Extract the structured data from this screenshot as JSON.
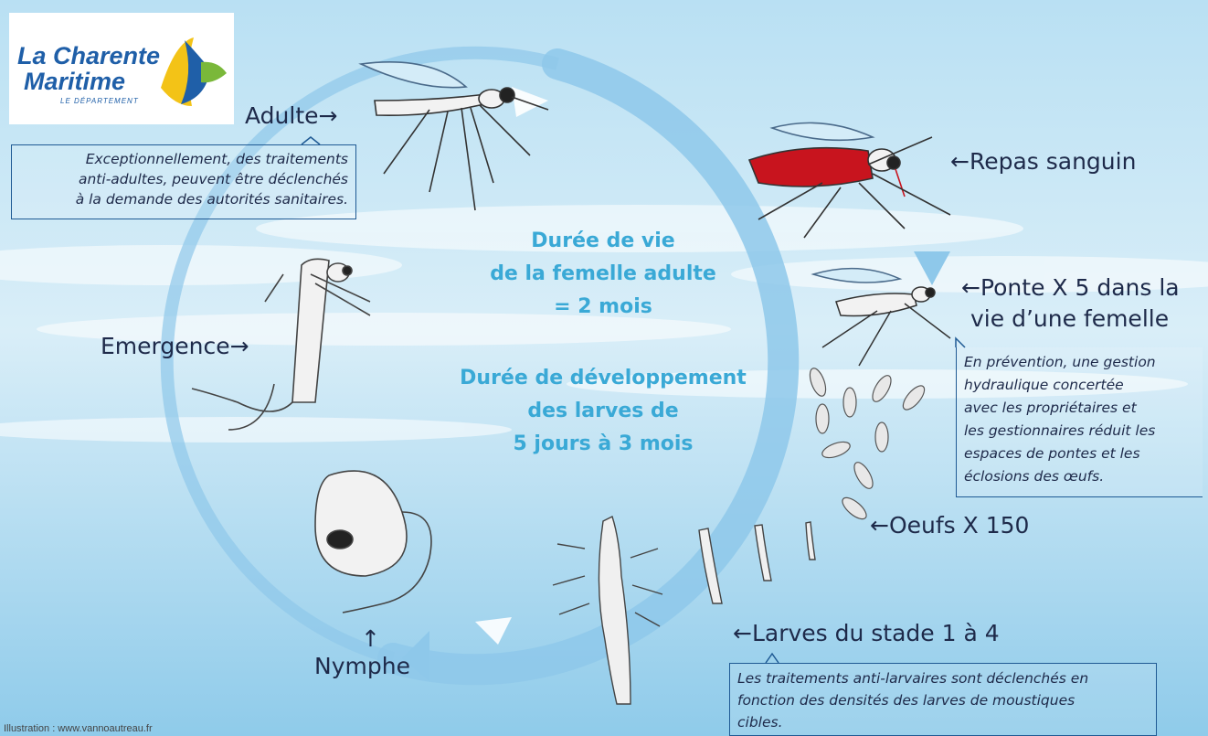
{
  "logo": {
    "line1": "La Charente",
    "line2": "Maritime",
    "sub": "LE DÉPARTEMENT"
  },
  "stages": {
    "adult": "Adulte→",
    "blood_meal": "←Repas sanguin",
    "laying_line1": "←Ponte X 5 dans la",
    "laying_line2": "vie d’une femelle",
    "eggs": "←Oeufs X 150",
    "larvae": "←Larves du stade 1 à 4",
    "pupa_arrow": "↑",
    "pupa": "Nymphe",
    "emergence": "Emergence→"
  },
  "center": {
    "lifespan_line1": "Durée de vie",
    "lifespan_line2": "de la femelle adulte",
    "lifespan_line3": "= 2 mois",
    "dev_line1": "Durée de développement",
    "dev_line2": "des larves de",
    "dev_line3": "5 jours à 3 mois"
  },
  "notes": {
    "adult_lines": [
      "Exceptionnellement, des traitements",
      "anti-adultes, peuvent être déclenchés",
      "à la demande des autorités sanitaires."
    ],
    "laying_lines": [
      "En prévention, une gestion",
      "hydraulique concertée",
      "avec les propriétaires et",
      "les gestionnaires réduit les",
      "espaces de pontes et les",
      "éclosions des œufs."
    ],
    "larvae_lines": [
      "Les traitements anti-larvaires sont déclenchés en",
      "fonction des densités des larves de moustiques",
      "cibles."
    ]
  },
  "credit": "Illustration : www.vannoautreau.fr",
  "colors": {
    "sky": "#a9d6ee",
    "cycle_ring": "#8ec8ea",
    "center_text": "#3aa9d6",
    "label_text": "#1e2a4a",
    "blood": "#c8141e",
    "note_border": "#1f5a94",
    "logo_blue": "#1f5fa8"
  }
}
